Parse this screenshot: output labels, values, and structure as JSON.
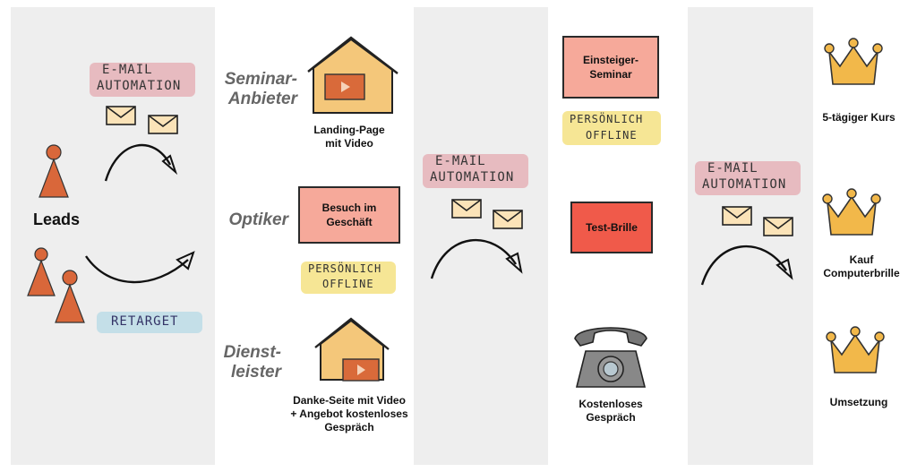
{
  "leads": {
    "label": "Leads"
  },
  "tags": {
    "email_automation_line1": "E-MAIL",
    "email_automation_line2": "AUTOMATION",
    "retarget": "RETARGET",
    "personlich_line1": "PERSÖNLICH",
    "personlich_line2": "OFFLINE"
  },
  "roles": {
    "seminar_line1": "Seminar-",
    "seminar_line2": "Anbieter",
    "optiker": "Optiker",
    "dienst_line1": "Dienst-",
    "dienst_line2": "leister"
  },
  "stage1": {
    "landing_line1": "Landing-Page",
    "landing_line2": "mit Video",
    "besuch_line1": "Besuch im",
    "besuch_line2": "Geschäft",
    "danke_line1": "Danke-Seite mit Video",
    "danke_line2": "+ Angebot kostenloses",
    "danke_line3": "Gespräch"
  },
  "stage2": {
    "einsteiger_line1": "Einsteiger-",
    "einsteiger_line2": "Seminar",
    "testbrille": "Test-Brille",
    "kostenlos_line1": "Kostenloses",
    "kostenlos_line2": "Gespräch"
  },
  "stage3": {
    "kurs": "5-tägiger Kurs",
    "kauf_line1": "Kauf",
    "kauf_line2": "Computerbrille",
    "umsetzung": "Umsetzung"
  },
  "colors": {
    "band": "#eeeeee",
    "person": "#d9673a",
    "house": "#f4c77a",
    "video": "#d96a3a",
    "box_fill": "#f6a99a",
    "red_box": "#f05a4a",
    "crown": "#f2b84a",
    "envelope": "#fbe3b8",
    "yellow_highlight": "#f4e07a",
    "pink_highlight": "#e3a0a8",
    "blue_highlight": "#b9dbe6",
    "phone": "#777777"
  }
}
